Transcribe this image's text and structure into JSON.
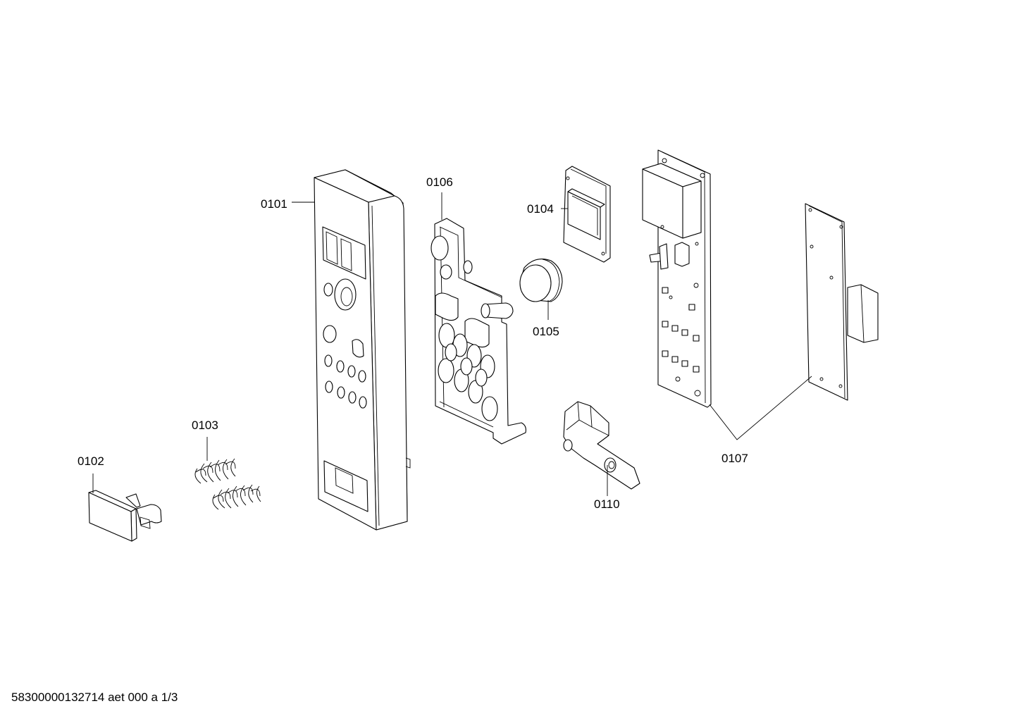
{
  "labels": {
    "p0101": "0101",
    "p0102": "0102",
    "p0103": "0103",
    "p0104": "0104",
    "p0105": "0105",
    "p0106": "0106",
    "p0107": "0107",
    "p0110": "0110"
  },
  "footer": "58300000132714 aet 000 a 1/3"
}
